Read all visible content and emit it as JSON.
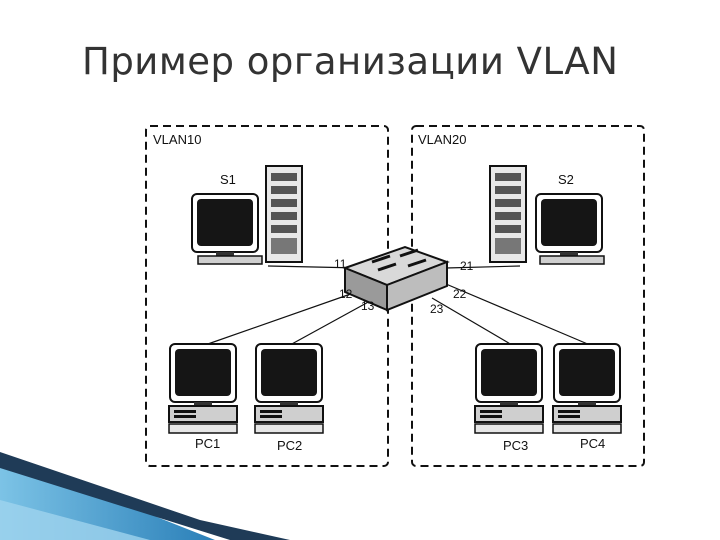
{
  "slide": {
    "title": "Пример организации VLAN"
  },
  "colors": {
    "title": "#333333",
    "accent_dark": "#1f3b57",
    "accent_light": "#5aa9d6"
  },
  "diagram": {
    "vlans": [
      {
        "label": "VLAN10"
      },
      {
        "label": "VLAN20"
      }
    ],
    "servers": [
      {
        "label": "S1"
      },
      {
        "label": "S2"
      }
    ],
    "pcs": [
      {
        "label": "PC1"
      },
      {
        "label": "PC2"
      },
      {
        "label": "PC3"
      },
      {
        "label": "PC4"
      }
    ],
    "ports": [
      "11",
      "12",
      "13",
      "21",
      "22",
      "23"
    ]
  }
}
